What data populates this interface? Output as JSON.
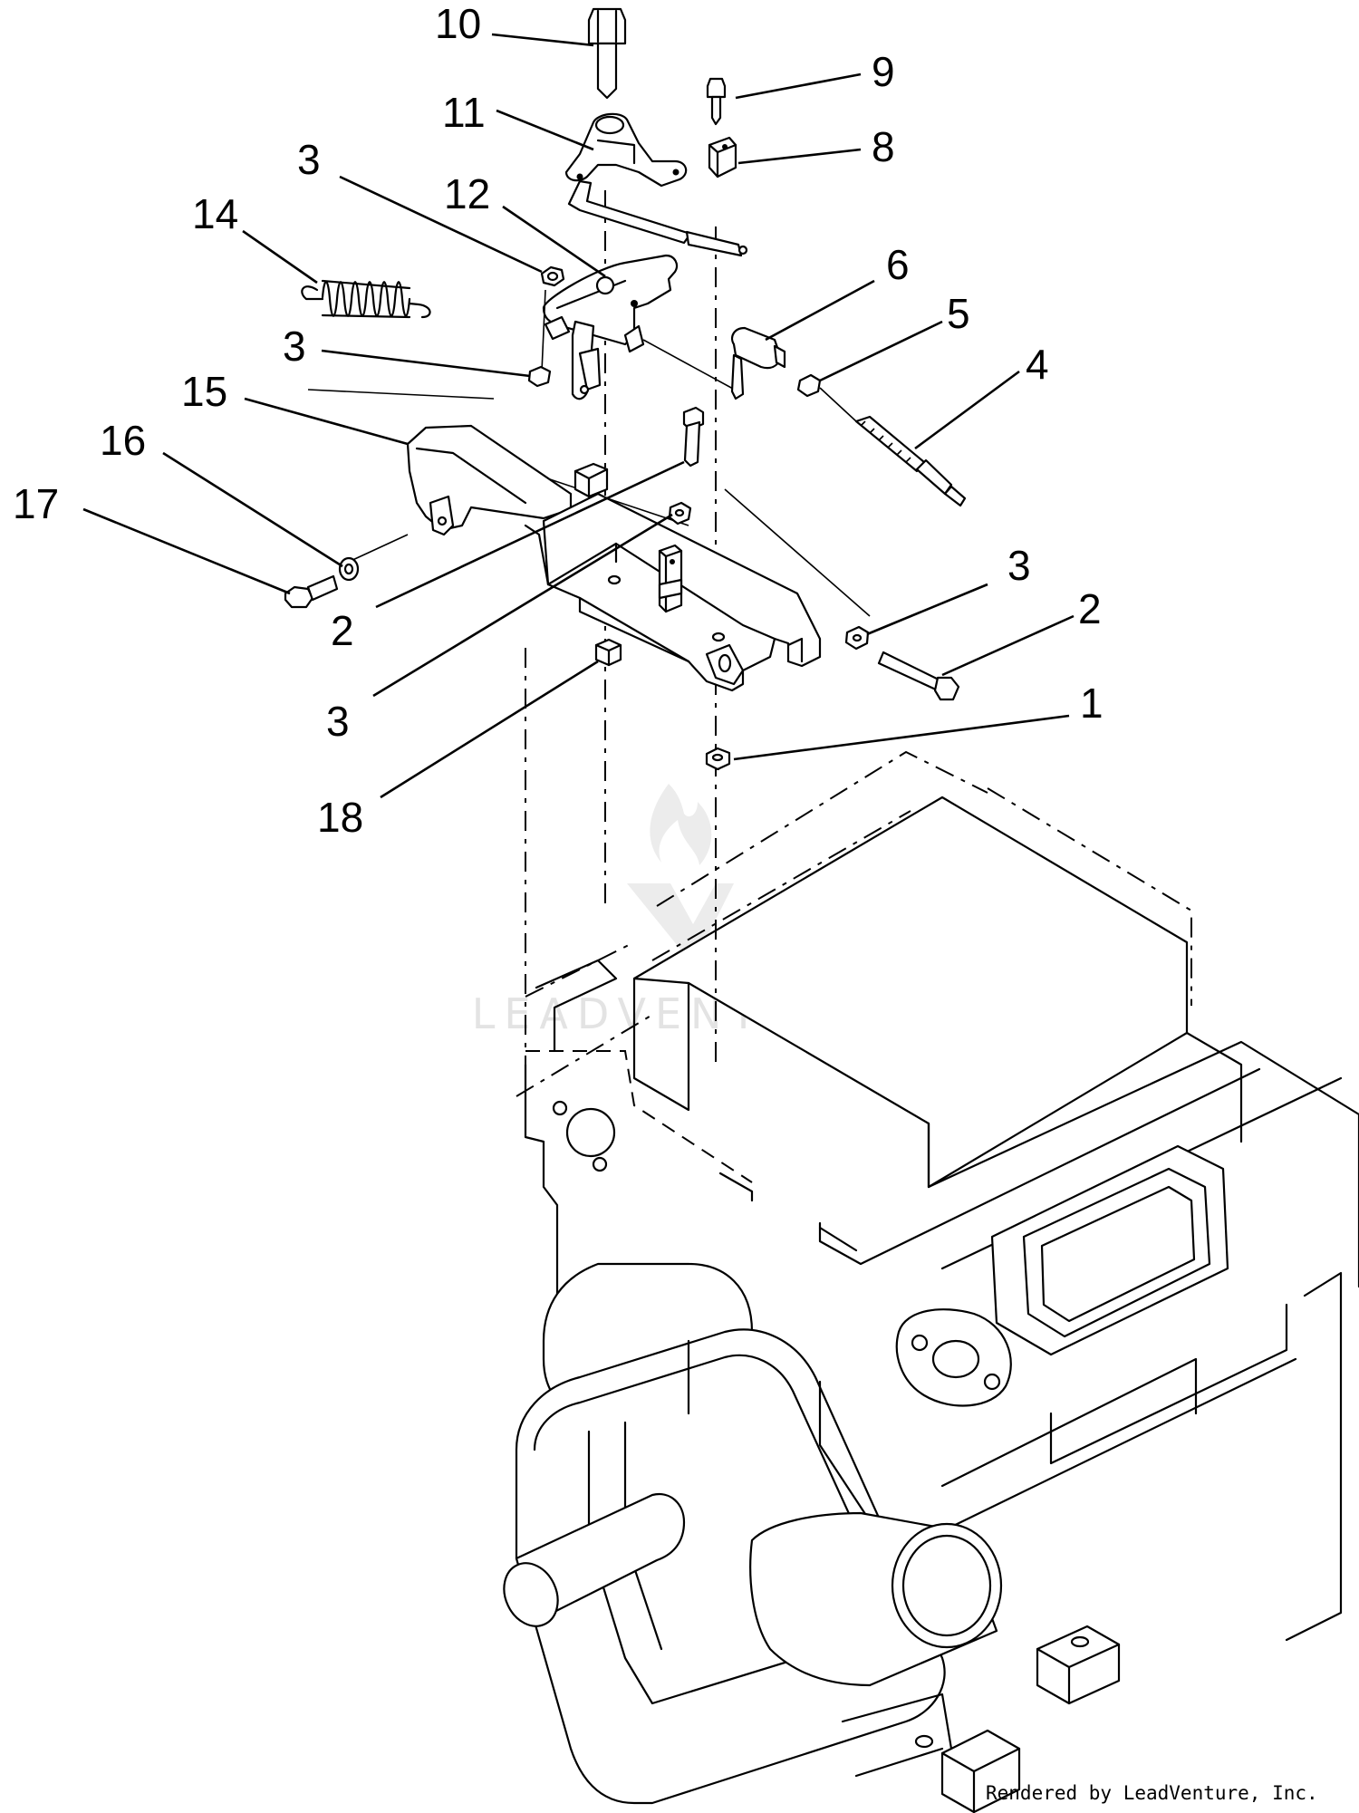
{
  "diagram": {
    "callouts": [
      {
        "id": "c10",
        "label": "10"
      },
      {
        "id": "c9",
        "label": "9"
      },
      {
        "id": "c11",
        "label": "11"
      },
      {
        "id": "c8",
        "label": "8"
      },
      {
        "id": "c3a",
        "label": "3"
      },
      {
        "id": "c12",
        "label": "12"
      },
      {
        "id": "c14",
        "label": "14"
      },
      {
        "id": "c6",
        "label": "6"
      },
      {
        "id": "c5",
        "label": "5"
      },
      {
        "id": "c3b",
        "label": "3"
      },
      {
        "id": "c4",
        "label": "4"
      },
      {
        "id": "c15",
        "label": "15"
      },
      {
        "id": "c16",
        "label": "16"
      },
      {
        "id": "c17",
        "label": "17"
      },
      {
        "id": "c2a",
        "label": "2"
      },
      {
        "id": "c3c",
        "label": "3"
      },
      {
        "id": "c3d",
        "label": "3"
      },
      {
        "id": "c2b",
        "label": "2"
      },
      {
        "id": "c1",
        "label": "1"
      },
      {
        "id": "c18",
        "label": "18"
      }
    ],
    "watermark": {
      "text": "LEADVENTURE"
    },
    "credit": "Rendered by LeadVenture, Inc."
  }
}
